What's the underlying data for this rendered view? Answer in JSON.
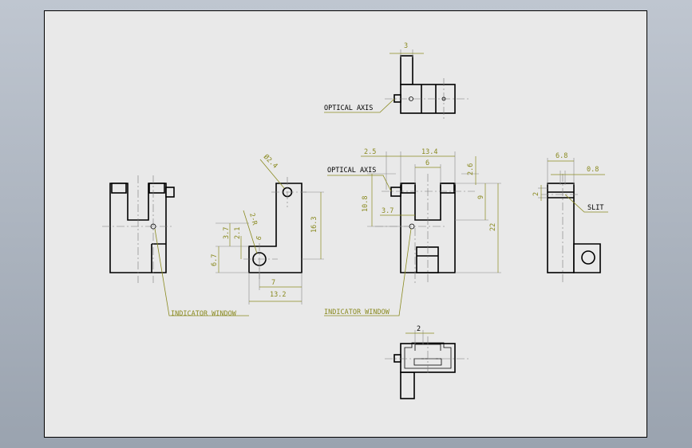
{
  "drawing": {
    "labels": {
      "optical_axis_top": "OPTICAL AXIS",
      "optical_axis_front": "OPTICAL AXIS",
      "indicator_window_left": "INDICATOR WINDOW",
      "indicator_window_front": "INDICATOR WINDOW",
      "slit": "SLIT"
    },
    "dimensions": {
      "top_width": "3",
      "hole_dia": "Ø2.4",
      "chamfer": "2-R",
      "left_h1": "3.7",
      "left_h2": "2.1",
      "left_h3": "6.7",
      "left_h4": "6",
      "height_163": "16.3",
      "width_7": "7",
      "width_132": "13.2",
      "front_25": "2.5",
      "front_134": "13.4",
      "front_6": "6",
      "front_26": "2.6",
      "front_108": "10.8",
      "front_37": "3.7",
      "front_9": "9",
      "front_22": "22",
      "side_68": "6.8",
      "side_08": "0.8",
      "side_2": "2",
      "bottom_2": "2"
    }
  }
}
